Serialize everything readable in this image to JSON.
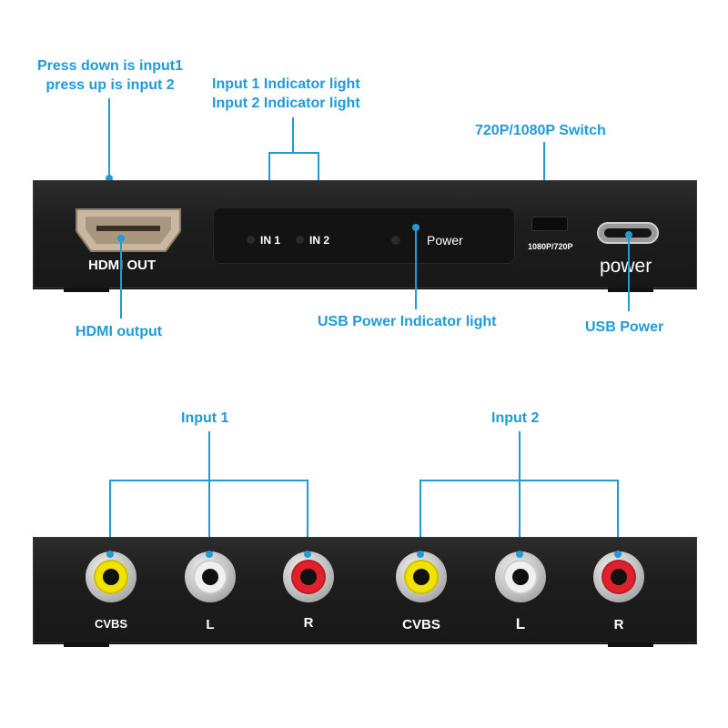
{
  "top_device": {
    "callouts": {
      "switch_line1": "Press down is input1",
      "switch_line2": "press up is input 2",
      "indicator_line1": "Input 1 Indicator light",
      "indicator_line2": "Input 2 Indicator light",
      "res_switch": "720P/1080P Switch",
      "hdmi_output": "HDMI output",
      "usb_indicator": "USB Power Indicator light",
      "usb_power": "USB Power"
    },
    "panel_labels": {
      "hdmi_out": "HDMI OUT",
      "in1": "IN 1",
      "in2": "IN 2",
      "power_led": "Power",
      "res_switch": "1080P/720P",
      "power_port": "power"
    }
  },
  "bottom_device": {
    "callouts": {
      "input1": "Input 1",
      "input2": "Input 2"
    },
    "jacks": [
      {
        "label": "CVBS",
        "color": "#f2e200"
      },
      {
        "label": "L",
        "color": "#f0f0f0"
      },
      {
        "label": "R",
        "color": "#e0202a"
      },
      {
        "label": "CVBS",
        "color": "#f2e200"
      },
      {
        "label": "L",
        "color": "#f0f0f0"
      },
      {
        "label": "R",
        "color": "#e0202a"
      }
    ]
  },
  "colors": {
    "accent": "#1f9bd7",
    "device": "#1e1e1e"
  }
}
